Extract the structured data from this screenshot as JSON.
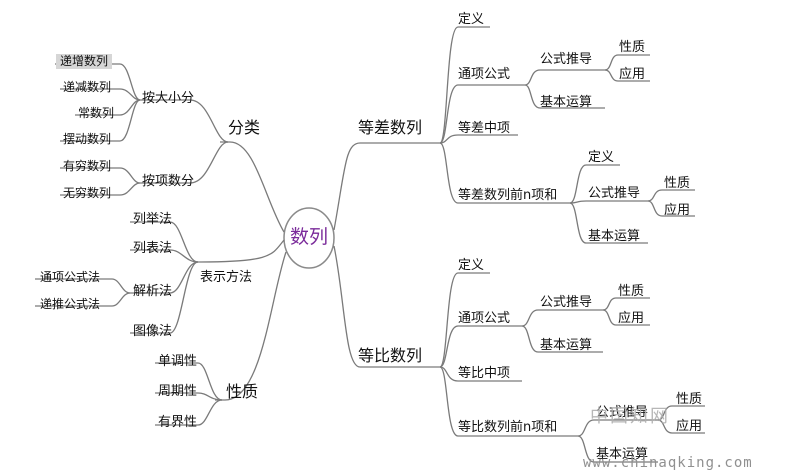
{
  "center": "数列",
  "left": {
    "classification": {
      "label": "分类",
      "by_size": {
        "label": "按大小分",
        "items": [
          "递增数列",
          "递减数列",
          "常数列",
          "摆动数列"
        ]
      },
      "by_terms": {
        "label": "按项数分",
        "items": [
          "有穷数列",
          "无穷数列"
        ]
      }
    },
    "representation": {
      "label": "表示方法",
      "list_method": "列举法",
      "table_method": "列表法",
      "analytic": {
        "label": "解析法",
        "items": [
          "通项公式法",
          "递推公式法"
        ]
      },
      "graph_method": "图像法"
    },
    "properties": {
      "label": "性质",
      "items": [
        "单调性",
        "周期性",
        "有界性"
      ]
    }
  },
  "right": {
    "arithmetic": {
      "label": "等差数列",
      "definition": "定义",
      "general_term": {
        "label": "通项公式",
        "derivation": {
          "label": "公式推导",
          "items": [
            "性质",
            "应用"
          ]
        },
        "basic_ops": "基本运算"
      },
      "middle_term": "等差中项",
      "sum": {
        "label": "等差数列前n项和",
        "definition": "定义",
        "derivation": {
          "label": "公式推导",
          "items": [
            "性质",
            "应用"
          ]
        },
        "basic_ops": "基本运算"
      }
    },
    "geometric": {
      "label": "等比数列",
      "definition": "定义",
      "general_term": {
        "label": "通项公式",
        "derivation": {
          "label": "公式推导",
          "items": [
            "性质",
            "应用"
          ]
        },
        "basic_ops": "基本运算"
      },
      "middle_term": "等比中项",
      "sum": {
        "label": "等比数列前n项和",
        "derivation": {
          "label": "公式推导",
          "items": [
            "性质",
            "应用"
          ]
        },
        "basic_ops": "基本运算"
      }
    }
  },
  "watermark": {
    "cn": "中国知网",
    "url": "www.chinaqking.com"
  },
  "colors": {
    "line": "#7a7a7a",
    "center_text": "#7a2a9a",
    "highlight": "#d6d6d6"
  }
}
